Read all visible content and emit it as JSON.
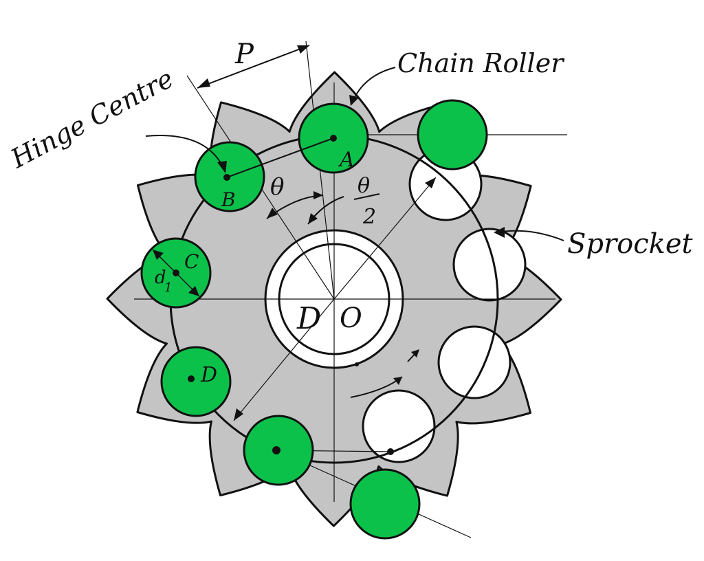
{
  "labels": {
    "pitch": "P",
    "chain_roller": "Chain Roller",
    "hinge_centre": "Hinge Centre",
    "sprocket": "Sprocket",
    "angle": "θ",
    "half_angle_num": "θ",
    "half_angle_den": "2",
    "roller_diameter": "d",
    "roller_diameter_sub": "1",
    "bore_d": "D",
    "bore_o": "O"
  },
  "hinge_points": [
    "A",
    "B",
    "C",
    "D"
  ],
  "colors": {
    "sprocket_fill": "#c4c4c4",
    "roller_fill": "#0cc14a",
    "outline": "#111111",
    "background": "#ffffff"
  }
}
